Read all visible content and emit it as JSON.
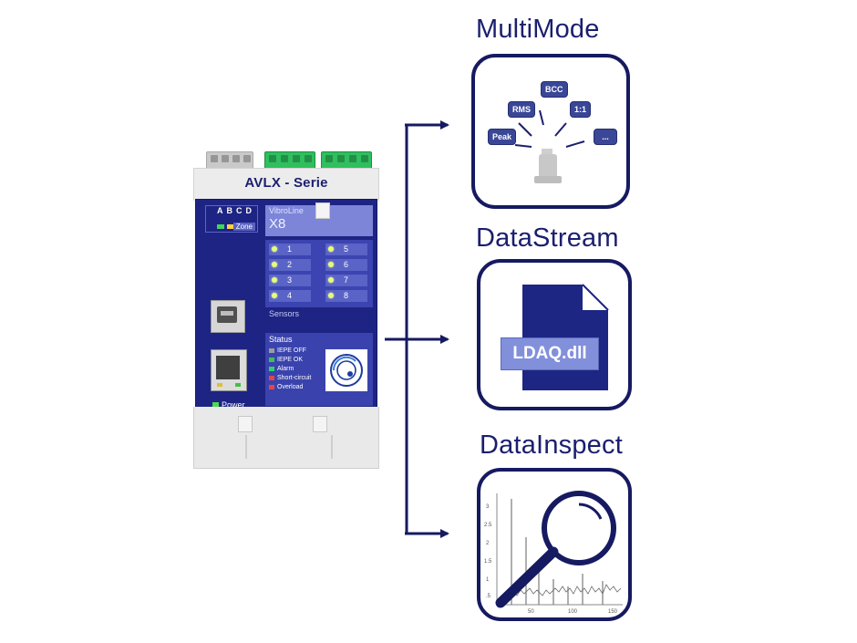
{
  "device": {
    "series_label": "AVLX - Serie",
    "zone_letters": "ABCD",
    "zone_label": "Zone",
    "product_line": "VibroLine",
    "model": "X8",
    "sensors": [
      "1",
      "2",
      "3",
      "4",
      "5",
      "6",
      "7",
      "8"
    ],
    "sensors_label": "Sensors",
    "status_title": "Status",
    "status_items": [
      {
        "label": "IEPE OFF",
        "color": "#9c9c9c"
      },
      {
        "label": "IEPE OK",
        "color": "#3fc24a"
      },
      {
        "label": "Alarm",
        "color": "#2fd16a"
      },
      {
        "label": "Short-circuit",
        "color": "#e64444"
      },
      {
        "label": "Overload",
        "color": "#e64444"
      }
    ],
    "power_label": "Power"
  },
  "modules": [
    {
      "title": "MultiMode",
      "chips": [
        "BCC",
        "RMS",
        "1:1",
        "Peak",
        "..."
      ]
    },
    {
      "title": "DataStream",
      "file_label": "LDAQ.dll"
    },
    {
      "title": "DataInspect",
      "y_ticks": [
        "3",
        "2.5",
        "2",
        "1.5",
        "1",
        ".5"
      ],
      "x_ticks": [
        "50",
        "100",
        "150"
      ]
    }
  ],
  "colors": {
    "navy": "#161a60",
    "panel": "#1e2483",
    "chip": "#3a4797",
    "file": "#1d2683"
  }
}
